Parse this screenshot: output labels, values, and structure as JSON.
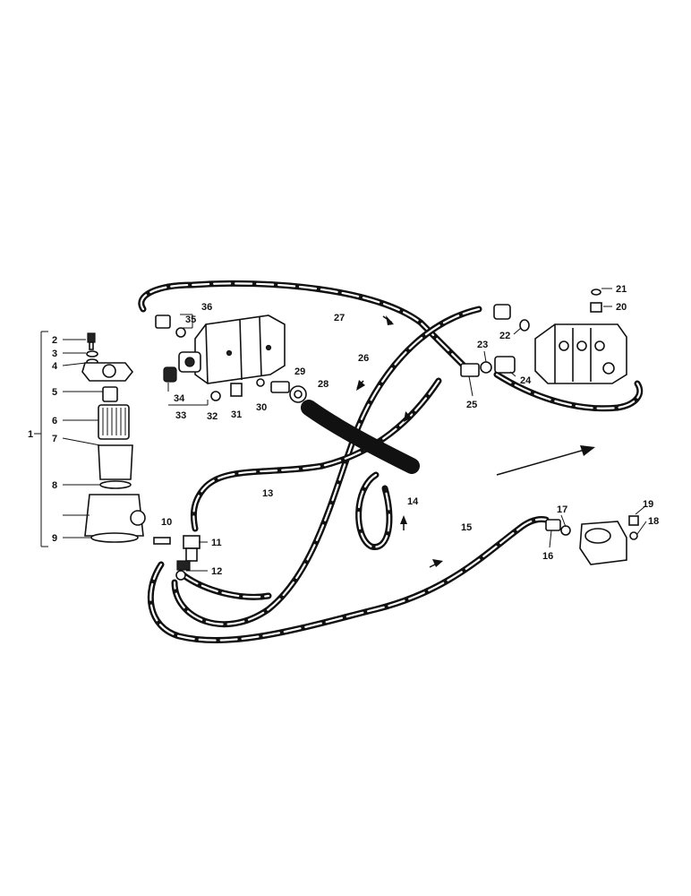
{
  "callouts": {
    "c1": "1",
    "c2": "2",
    "c3": "3",
    "c4": "4",
    "c5": "5",
    "c6": "6",
    "c7": "7",
    "c8": "8",
    "c9": "9",
    "c10": "10",
    "c11": "11",
    "c12": "12",
    "c13": "13",
    "c14": "14",
    "c15": "15",
    "c16": "16",
    "c17": "17",
    "c18": "18",
    "c19": "19",
    "c20": "20",
    "c21": "21",
    "c22": "22",
    "c23": "23",
    "c24": "24",
    "c25": "25",
    "c26": "26",
    "c27": "27",
    "c28": "28",
    "c29": "29",
    "c30": "30",
    "c31": "31",
    "c32": "32",
    "c33": "33",
    "c34": "34",
    "c35": "35",
    "c36": "36"
  }
}
